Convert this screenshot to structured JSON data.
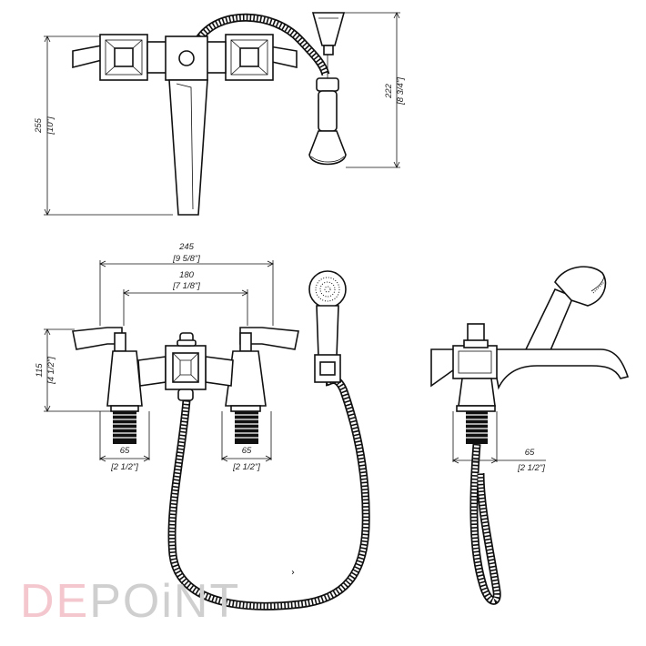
{
  "top_view": {
    "dim_height_mm": "255",
    "dim_height_in": "[10\"]",
    "dim_handset_mm": "222",
    "dim_handset_in": "[8 3/4\"]"
  },
  "front_view": {
    "dim_overall_mm": "245",
    "dim_overall_in": "[9 5/8\"]",
    "dim_centers_mm": "180",
    "dim_centers_in": "[7 1/8\"]",
    "dim_height_mm": "115",
    "dim_height_in": "[4 1/2\"]",
    "dim_left_shank_mm": "65",
    "dim_left_shank_in": "[2 1/2\"]",
    "dim_right_shank_mm": "65",
    "dim_right_shank_in": "[2 1/2\"]"
  },
  "side_view": {
    "dim_shank_mm": "65",
    "dim_shank_in": "[2 1/2\"]"
  },
  "marker": "›",
  "logo": {
    "part1": "DE",
    "part2": "POiNT",
    "color_primary": "#f3c7cd",
    "color_secondary": "#cfcfcf"
  }
}
